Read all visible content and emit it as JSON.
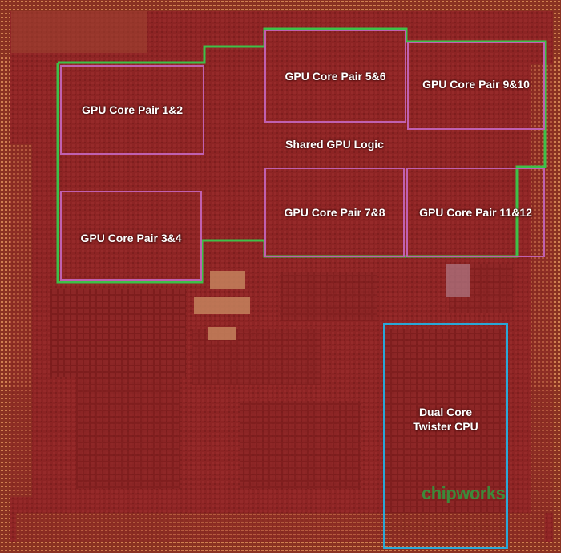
{
  "colors": {
    "die_background": "#8a2222",
    "pad_ring": "#c87048",
    "shared_gpu_outline": "#3ec048",
    "gpu_core_outline": "#c060b0",
    "cpu_outline": "#2aa7d6",
    "label_text": "#ffffff",
    "watermark": "#3d8a3a"
  },
  "blocks": {
    "gpu_core_pair_1_2": "GPU Core Pair 1&2",
    "gpu_core_pair_3_4": "GPU Core Pair 3&4",
    "gpu_core_pair_5_6": "GPU Core Pair 5&6",
    "gpu_core_pair_7_8": "GPU Core Pair 7&8",
    "gpu_core_pair_9_10": "GPU Core Pair 9&10",
    "gpu_core_pair_11_12": "GPU Core Pair 11&12",
    "shared_gpu_logic": "Shared GPU Logic",
    "cpu_line1": "Dual Core",
    "cpu_line2": "Twister CPU"
  },
  "watermark": "chipworks"
}
